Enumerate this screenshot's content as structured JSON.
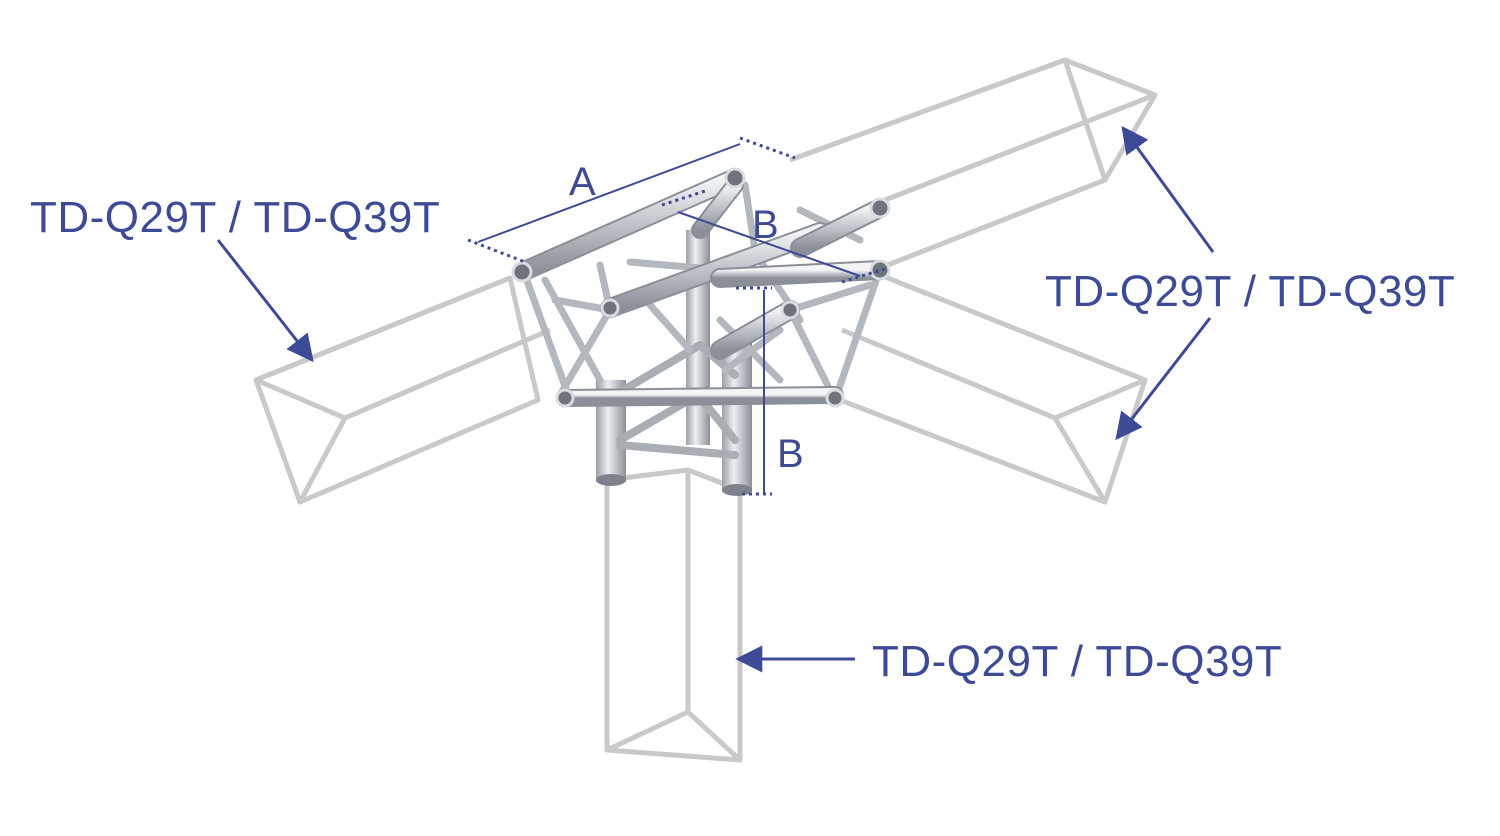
{
  "colors": {
    "annotation": "#3d4a96",
    "ghost_truss": "#c9c9c9",
    "metal_light": "#eef0f3",
    "metal_mid": "#b8bcc3",
    "metal_dark": "#7d828b"
  },
  "labels": {
    "left": "TD-Q29T / TD-Q39T",
    "right": "TD-Q29T / TD-Q39T",
    "bottom": "TD-Q29T / TD-Q39T"
  },
  "dimensions": {
    "a": "A",
    "b_top": "B",
    "b_side": "B"
  },
  "icons": {
    "junction": "truss-t-junction-icon"
  }
}
